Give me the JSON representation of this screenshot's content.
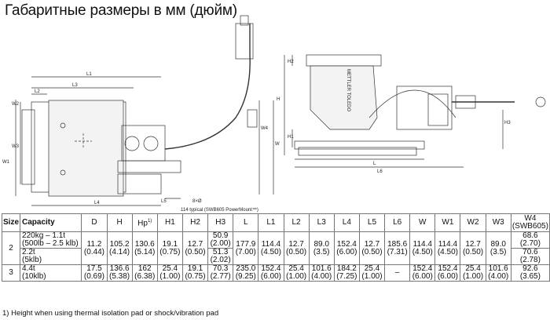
{
  "title": "Габаритные размеры в мм (дюйм)",
  "drawing_labels": {
    "top_view": [
      "L1",
      "L2",
      "L3",
      "W2",
      "W3",
      "W1",
      "W4",
      "W",
      "L4",
      "L5",
      "8×Ø",
      "114 typical (SWB605 PowerMount™)"
    ],
    "side_view": [
      "H2",
      "H",
      "H1",
      "H3",
      "L",
      "L6"
    ],
    "brand": "METTLER TOLEDO"
  },
  "table": {
    "headers": [
      "Size",
      "Capacity",
      "D",
      "H",
      "Hp",
      "H1",
      "H2",
      "H3",
      "L",
      "L1",
      "L2",
      "L3",
      "L4",
      "L5",
      "L6",
      "W",
      "W1",
      "W2",
      "W3",
      "W4"
    ],
    "hp_sup": "1)",
    "w4_sub": "(SWB605)",
    "rows": [
      {
        "size": "2",
        "capacity_a": "220kg – 1.1t",
        "capacity_b": "(500lb – 2.5 klb)",
        "capacity_c": "2.2t",
        "capacity_d": "(5klb)",
        "D": [
          "11.2",
          "(0.44)"
        ],
        "H": [
          "105.2",
          "(4.14)"
        ],
        "Hp": [
          "130.6",
          "(5.14)"
        ],
        "H1": [
          "19.1",
          "(0.75)"
        ],
        "H2": [
          "12.7",
          "(0.50)"
        ],
        "H3_a": [
          "50.9",
          "(2.00)"
        ],
        "H3_b": [
          "51.3",
          "(2.02)"
        ],
        "L": [
          "177.9",
          "(7.00)"
        ],
        "L1": [
          "114.4",
          "(4.50)"
        ],
        "L2": [
          "12.7",
          "(0.50)"
        ],
        "L3": [
          "89.0",
          "(3.5)"
        ],
        "L4": [
          "152.4",
          "(6.00)"
        ],
        "L5": [
          "12.7",
          "(0.50)"
        ],
        "L6": [
          "185.6",
          "(7.31)"
        ],
        "W": [
          "114.4",
          "(4.50)"
        ],
        "W1": [
          "114.4",
          "(4.50)"
        ],
        "W2": [
          "12.7",
          "(0.50)"
        ],
        "W3": [
          "89.0",
          "(3.5)"
        ],
        "W4_a": [
          "68.6",
          "(2.70)"
        ],
        "W4_b": [
          "70.6",
          "(2.78)"
        ]
      },
      {
        "size": "3",
        "capacity_a": "4.4t",
        "capacity_b": "(10klb)",
        "D": [
          "17.5",
          "(0.69)"
        ],
        "H": [
          "136.6",
          "(5.38)"
        ],
        "Hp": [
          "162",
          "(6.38)"
        ],
        "H1": [
          "25.4",
          "(1.00)"
        ],
        "H2": [
          "19.1",
          "(0.75)"
        ],
        "H3": [
          "70.3",
          "(2.77)"
        ],
        "L": [
          "235.0",
          "(9.25)"
        ],
        "L1": [
          "152.4",
          "(6.00)"
        ],
        "L2": [
          "25.4",
          "(1.00)"
        ],
        "L3": [
          "101.6",
          "(4.00)"
        ],
        "L4": [
          "184.2",
          "(7.25)"
        ],
        "L5": [
          "25.4",
          "(1.00)"
        ],
        "L6": "–",
        "W": [
          "152.4",
          "(6.00)"
        ],
        "W1": [
          "152.4",
          "(6.00)"
        ],
        "W2": [
          "25.4",
          "(1.00)"
        ],
        "W3": [
          "101.6",
          "(4.00)"
        ],
        "W4": [
          "92.6",
          "(3.65)"
        ]
      }
    ]
  },
  "footnote": "1) Height when using thermal isolation pad or shock/vibration pad"
}
